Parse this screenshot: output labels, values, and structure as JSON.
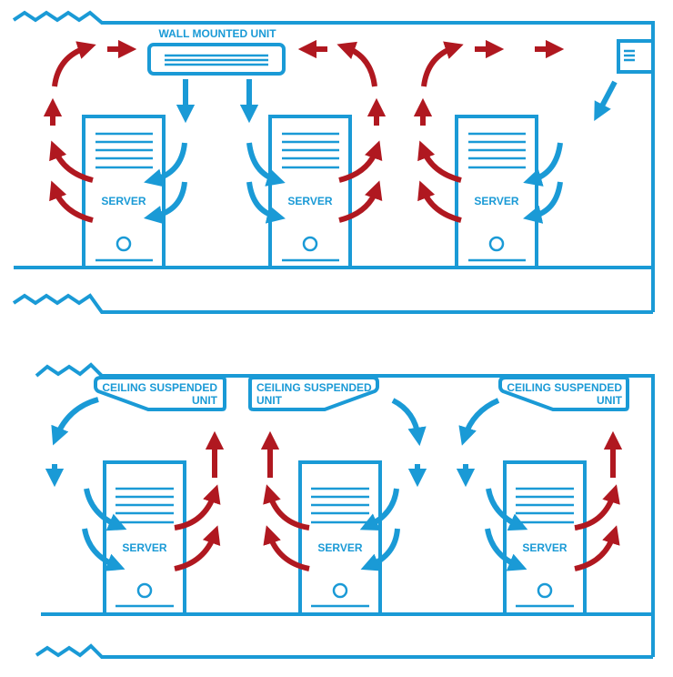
{
  "top_panel": {
    "unit_label": "WALL MOUNTED UNIT",
    "servers": [
      "SERVER",
      "SERVER",
      "SERVER"
    ]
  },
  "bottom_panel": {
    "units": [
      {
        "line1": "CEILING SUSPENDED",
        "line2": "UNIT"
      },
      {
        "line1": "CEILING SUSPENDED",
        "line2": "UNIT"
      },
      {
        "line1": "CEILING SUSPENDED",
        "line2": "UNIT"
      }
    ],
    "servers": [
      "SERVER",
      "SERVER",
      "SERVER"
    ]
  },
  "colors": {
    "cool_air": "#1a9ad6",
    "hot_air": "#b01820"
  }
}
